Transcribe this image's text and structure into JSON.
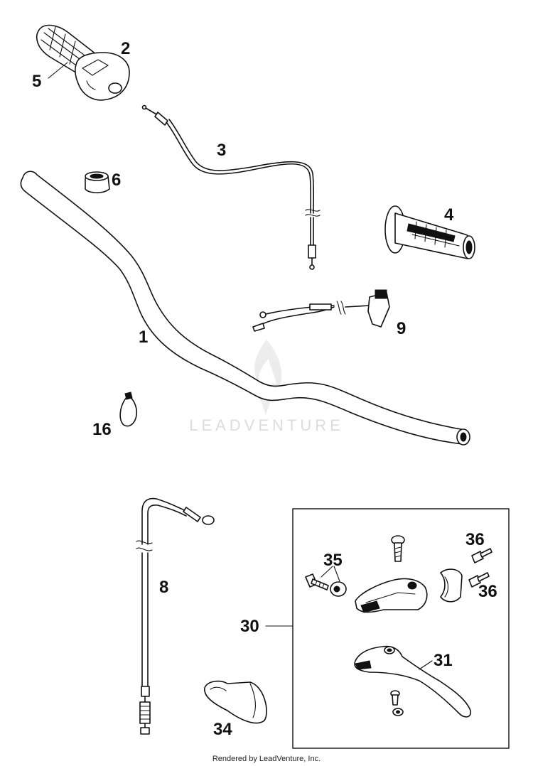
{
  "watermark": {
    "text": "LEADVENTURE"
  },
  "footer": {
    "credit": "Rendered by LeadVenture, Inc."
  },
  "callouts": {
    "handlebar": "1",
    "throttle_grip": "2",
    "throttle_cable": "3",
    "left_grip": "4",
    "throttle_housing": "5",
    "bushing": "6",
    "clutch_cable": "8",
    "kill_switch": "9",
    "cable_tie": "16",
    "lever_assembly": "30",
    "lever": "31",
    "lever_cover": "34",
    "screw_nut": "35",
    "bolt_upper": "36",
    "bolt_lower": "36"
  },
  "colors": {
    "ink": "#111111",
    "watermark": "#dcdcdc",
    "background": "#ffffff"
  }
}
